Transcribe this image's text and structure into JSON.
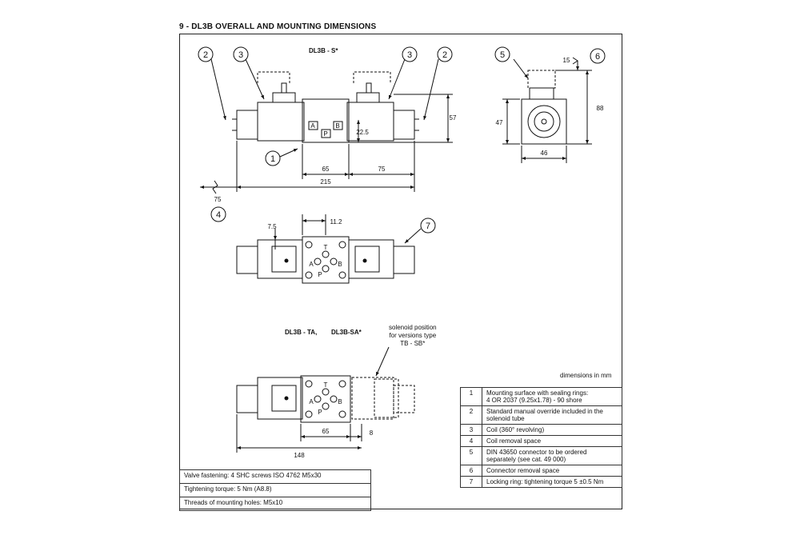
{
  "title": "9 - DL3B OVERALL AND MOUNTING DIMENSIONS",
  "views": {
    "top_label": "DL3B - S*",
    "bottom_label_1": "DL3B - TA,",
    "bottom_label_2": "DL3B-SA*",
    "solenoid_note": [
      "solenoid position",
      "for versions type",
      "TB - SB*"
    ],
    "ports": {
      "a": "A",
      "b": "B",
      "p": "P",
      "t": "T"
    }
  },
  "dimensions": {
    "d57": "57",
    "d22_5": "22.5",
    "d65": "65",
    "d75": "75",
    "d215": "215",
    "d75_removal": "75",
    "d15": "15",
    "d88": "88",
    "d47": "47",
    "d46": "46",
    "d7_5": "7.5",
    "d11_2": "11.2",
    "d65b": "65",
    "d8": "8",
    "d148": "148"
  },
  "callouts": {
    "c1": "1",
    "c2a": "2",
    "c3a": "3",
    "c3b": "3",
    "c2b": "2",
    "c5": "5",
    "c6": "6",
    "c4": "4",
    "c7": "7"
  },
  "units": "dimensions in mm",
  "legend": [
    {
      "num": "1",
      "text": "Mounting surface with sealing rings:",
      "text2": "4 OR 2037 (9.25x1.78) - 90 shore"
    },
    {
      "num": "2",
      "text": "Standard manual override included in the",
      "text2": "solenoid tube"
    },
    {
      "num": "3",
      "text": "Coil (360° revolving)",
      "text2": ""
    },
    {
      "num": "4",
      "text": "Coil removal space",
      "text2": ""
    },
    {
      "num": "5",
      "text": "DIN 43650 connector to be ordered",
      "text2": "separately (see cat. 49 000)"
    },
    {
      "num": "6",
      "text": "Connector removal space",
      "text2": ""
    },
    {
      "num": "7",
      "text": "Locking ring: tightening torque 5 ±0.5 Nm",
      "text2": ""
    }
  ],
  "fastening": [
    {
      "text": "Valve fastening: 4 SHC screws ISO 4762 M5x30"
    },
    {
      "text": "Tightening torque: 5 Nm (A8.8)"
    },
    {
      "text": "Threads of mounting holes: M5x10"
    }
  ]
}
